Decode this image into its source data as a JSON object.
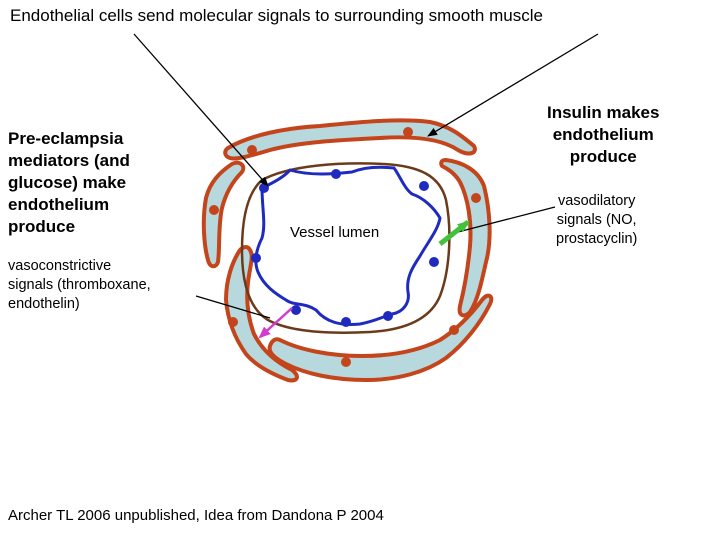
{
  "title": "Endothelial cells send molecular signals to surrounding smooth muscle",
  "left_text": {
    "bold_lines": [
      "Pre-eclampsia",
      "mediators (and",
      "glucose) make",
      "endothelium",
      "produce"
    ],
    "regular_lines": [
      "vasoconstrictive",
      "signals (thromboxane,",
      "endothelin)"
    ]
  },
  "right_text": {
    "bold_lines": [
      "Insulin makes",
      "endothelium",
      "produce"
    ],
    "regular_lines": [
      "vasodilatory",
      "signals (NO,",
      "prostacyclin)"
    ]
  },
  "lumen_label": "Vessel lumen",
  "credit": "Archer TL 2006 unpublished, Idea from Dandona P 2004",
  "colors": {
    "smooth_muscle_fill": "#b7d9dd",
    "smooth_muscle_outline": "#c4451c",
    "endothelium": "#1f2bbf",
    "vessel_wall": "#6b3a1a",
    "vasoconstrictive_arrow": "#d23ad0",
    "vasodilatory_arrow": "#42c23c"
  }
}
